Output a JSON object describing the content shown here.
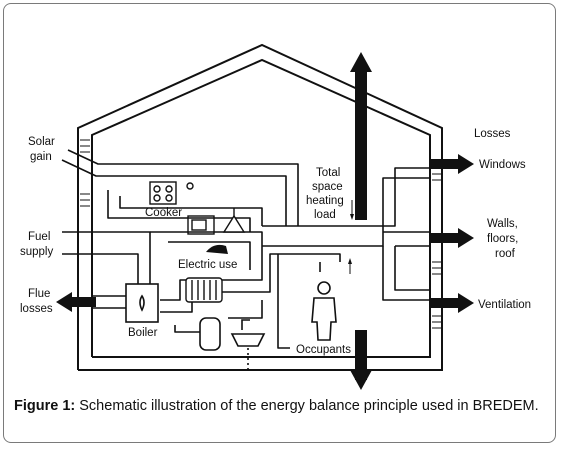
{
  "labels": {
    "solar_gain_1": "Solar",
    "solar_gain_2": "gain",
    "fuel_supply_1": "Fuel",
    "fuel_supply_2": "supply",
    "flue_losses_1": "Flue",
    "flue_losses_2": "losses",
    "losses": "Losses",
    "windows": "Windows",
    "walls_1": "Walls,",
    "walls_2": "floors,",
    "walls_3": "roof",
    "ventilation": "Ventilation",
    "heating_1": "Total",
    "heating_2": "space",
    "heating_3": "heating",
    "heating_4": "load",
    "cooker": "Cooker",
    "electric_use": "Electric use",
    "boiler": "Boiler",
    "occupants": "Occupants"
  },
  "caption": {
    "label": "Figure 1:",
    "text": "Schematic illustration of the energy balance principle used in BREDEM."
  }
}
